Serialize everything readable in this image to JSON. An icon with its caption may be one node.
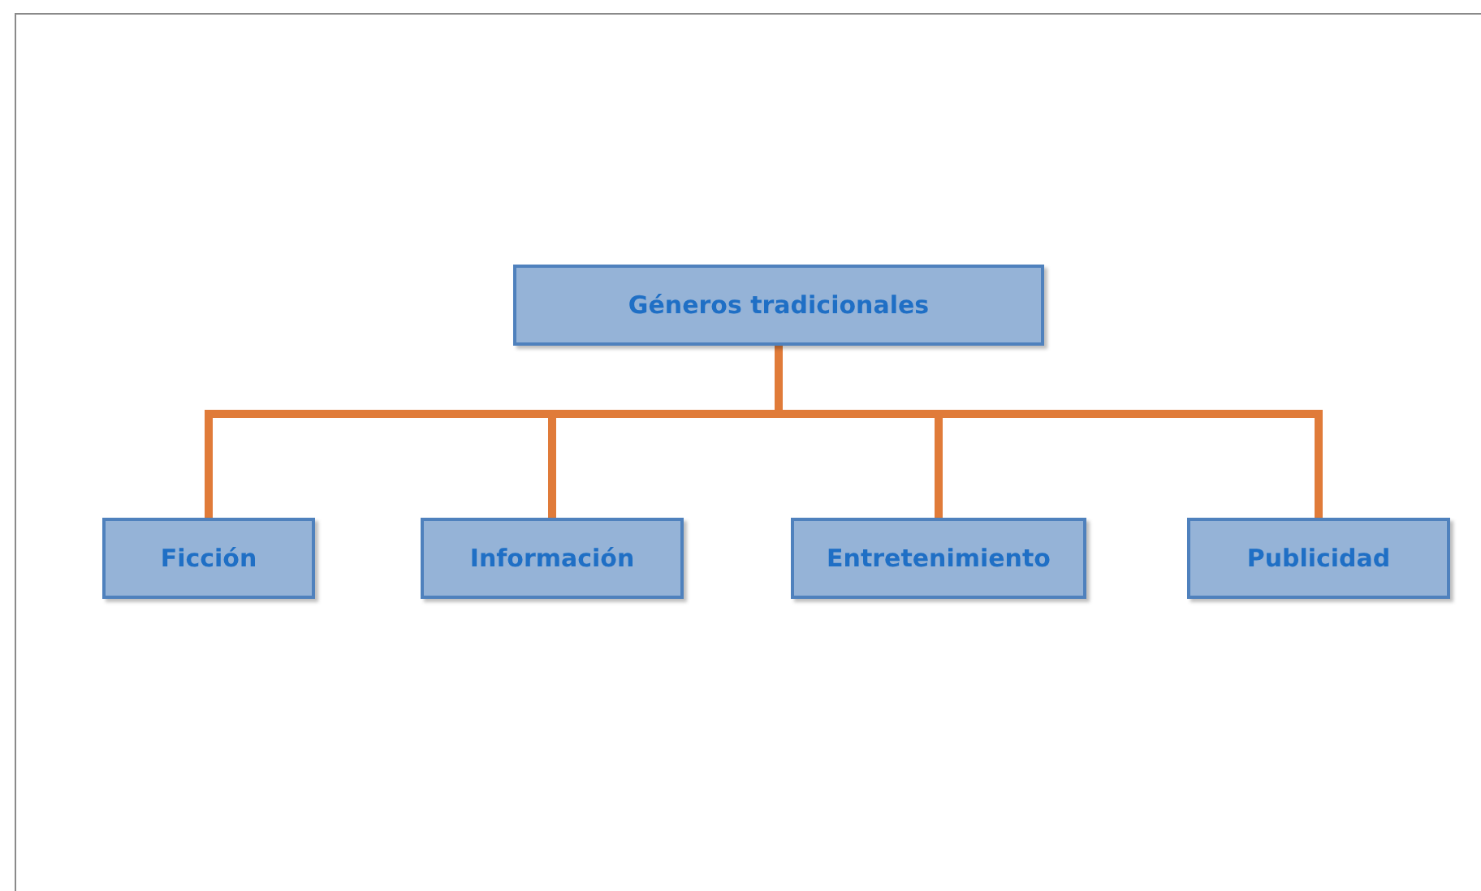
{
  "diagram": {
    "nodes": [
      {
        "text": [
          "Géneros tradicionales"
        ]
      },
      {
        "text": [
          "Ficción"
        ]
      },
      {
        "text": [
          "Información"
        ]
      },
      {
        "text": [
          "Entretenimiento"
        ]
      },
      {
        "text": [
          "Publicidad"
        ]
      }
    ],
    "edges": [
      {
        "from": 0,
        "to": 1,
        "arrow": "none"
      },
      {
        "from": 0,
        "to": 2,
        "arrow": "none"
      },
      {
        "from": 0,
        "to": 3,
        "arrow": "none"
      },
      {
        "from": 0,
        "to": 4,
        "arrow": "none"
      }
    ]
  }
}
